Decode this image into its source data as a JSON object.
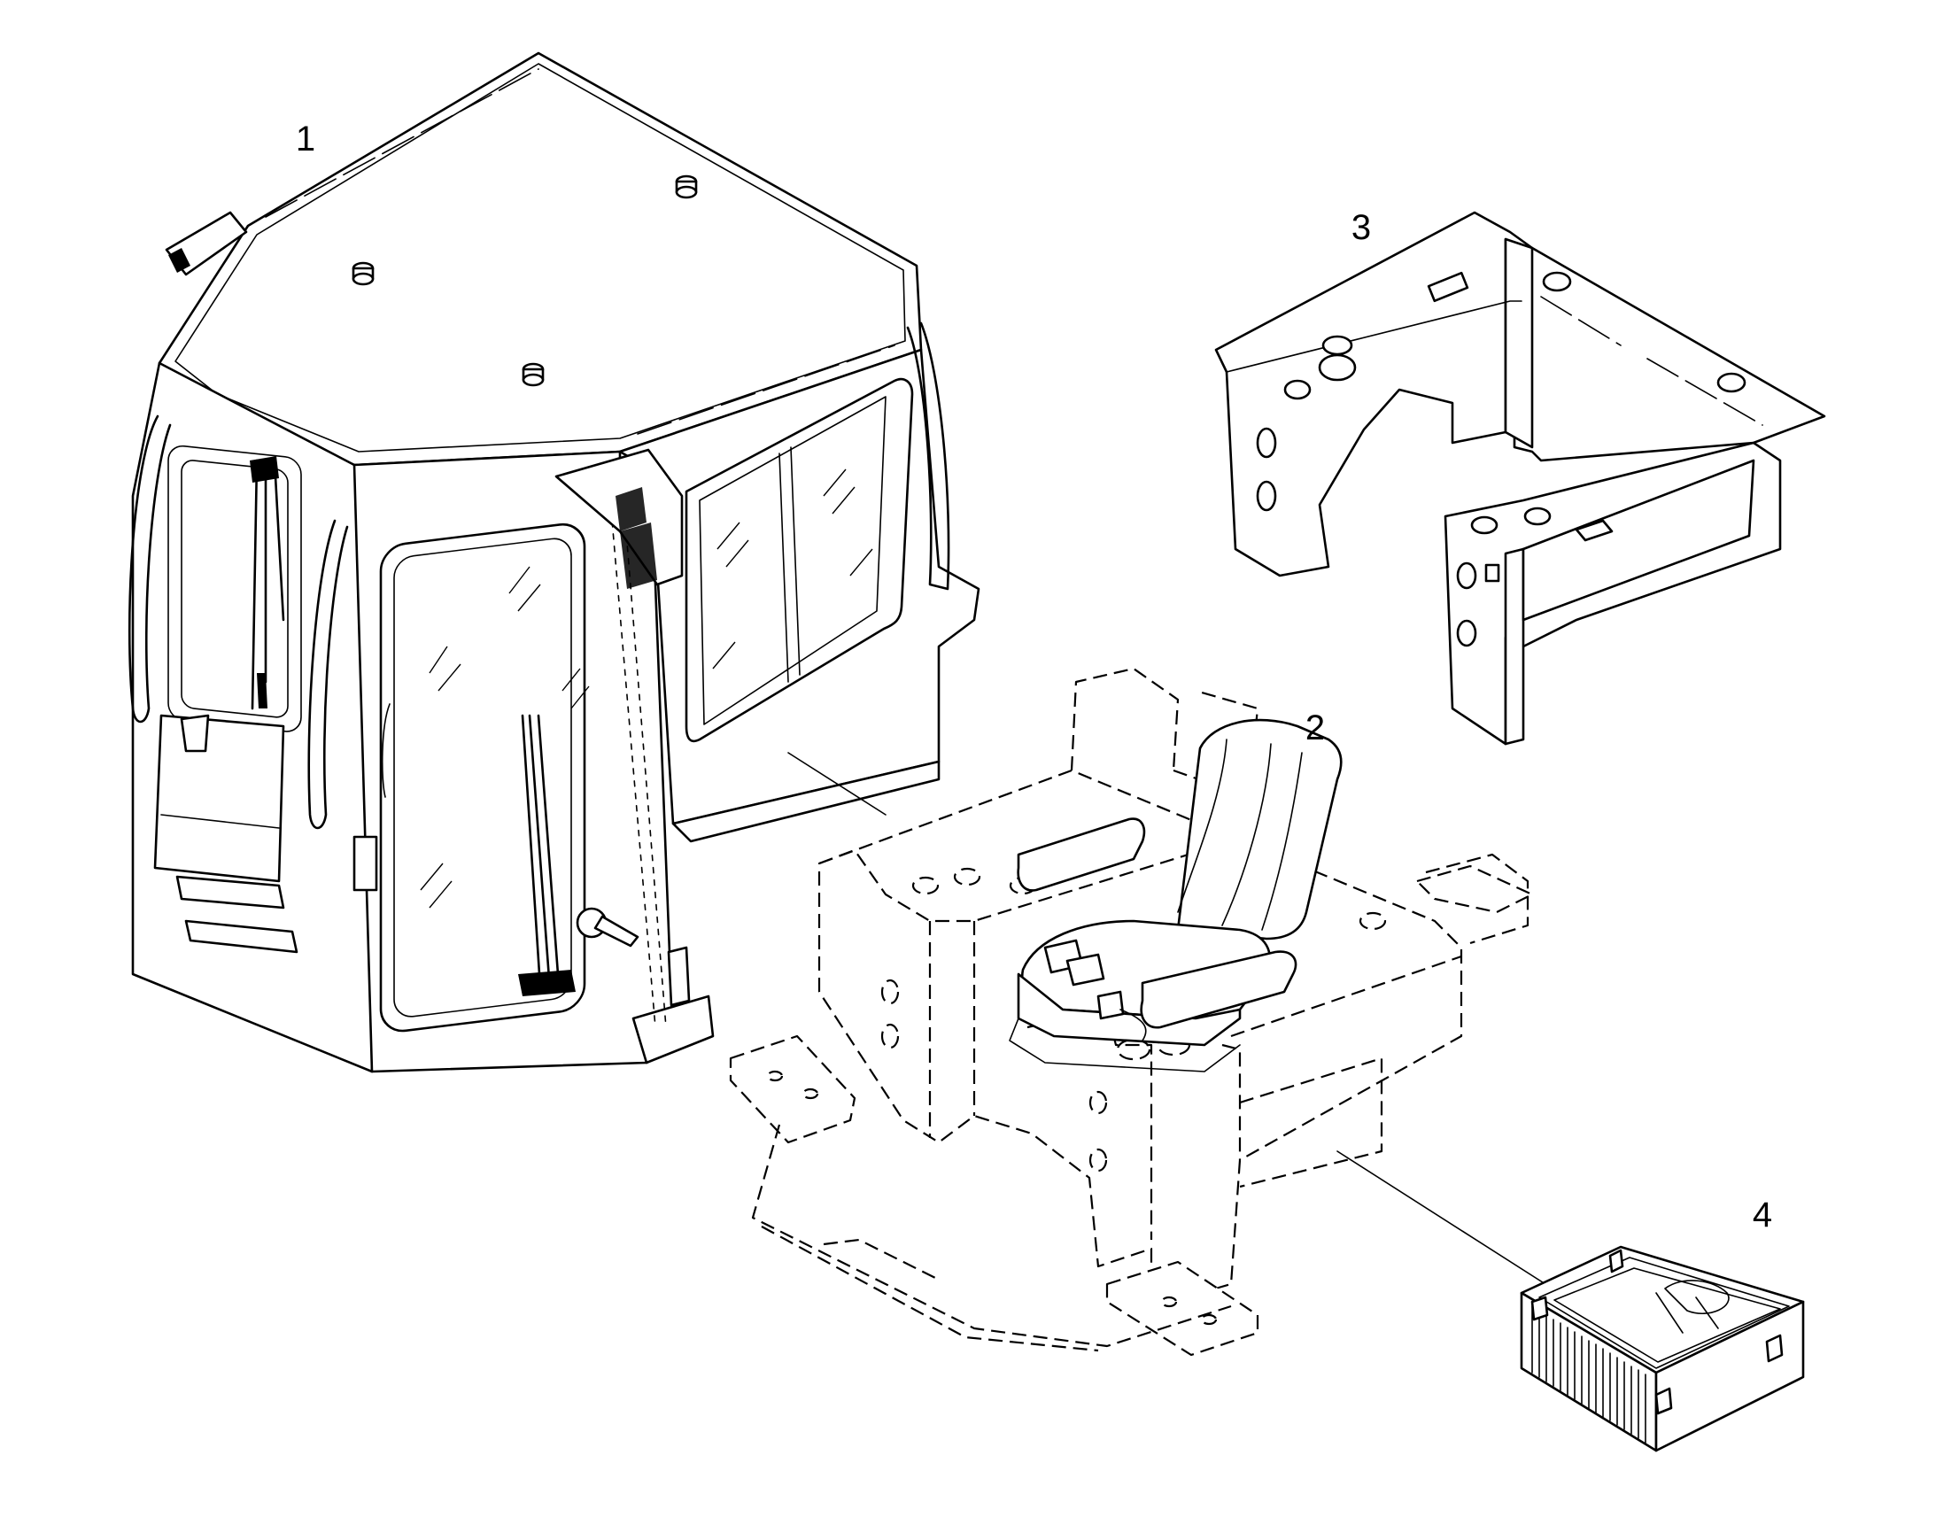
{
  "diagram": {
    "callouts": [
      {
        "id": "1",
        "text": "1",
        "part": "cab"
      },
      {
        "id": "2",
        "text": "2",
        "part": "seat-and-floor-frame"
      },
      {
        "id": "3",
        "text": "3",
        "part": "console-bracket"
      },
      {
        "id": "4",
        "text": "4",
        "part": "filter-box"
      }
    ]
  }
}
